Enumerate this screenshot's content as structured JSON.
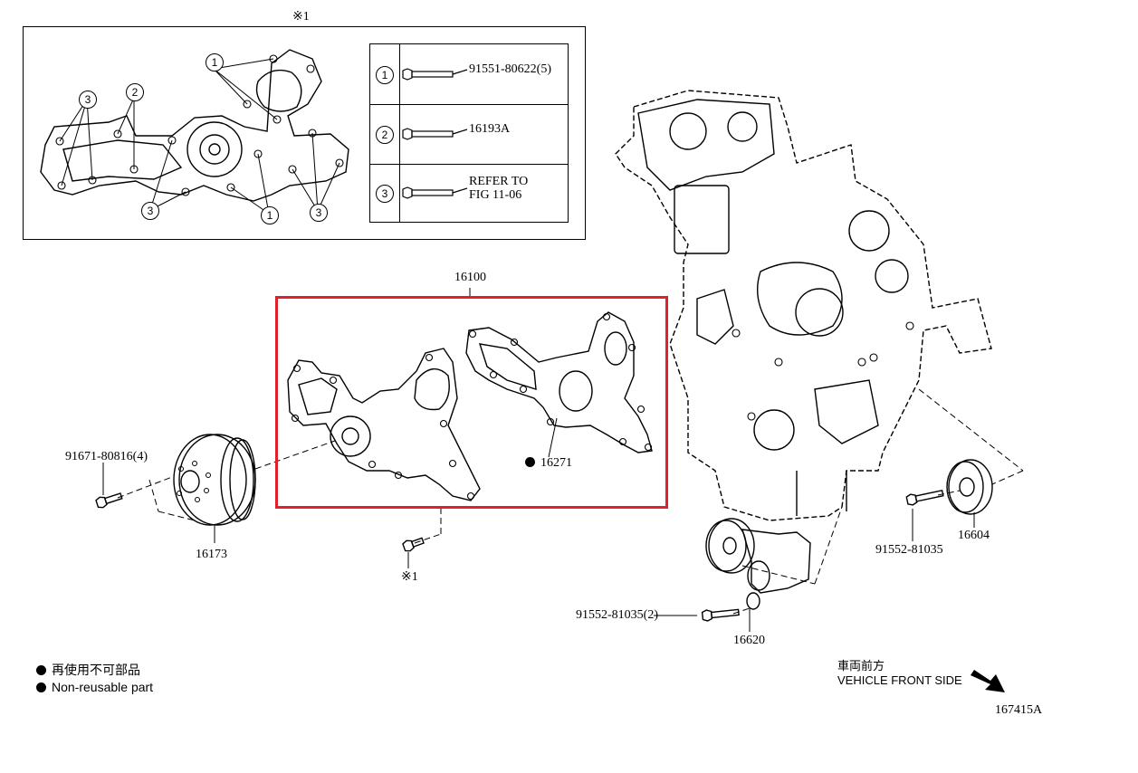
{
  "inset": {
    "note_mark": "※1",
    "callouts": {
      "one": "1",
      "two": "2",
      "three": "3"
    },
    "table": [
      {
        "num": "1",
        "part": "91551-80622(5)"
      },
      {
        "num": "2",
        "part": "16193A"
      },
      {
        "num": "3",
        "part_line1": "REFER TO",
        "part_line2": "FIG 11-06"
      }
    ]
  },
  "parts": {
    "water_pump_assy": "16100",
    "gasket": "16271",
    "pulley_bolt": "91671-80816(4)",
    "pulley": "16173",
    "note_ref": "※1",
    "idler_bolt": "91552-81035",
    "idler_pulley": "16604",
    "tensioner_bolt": "91552-81035(2)",
    "tensioner": "16620"
  },
  "legend": {
    "jp": "再使用不可部品",
    "en": "Non-reusable part"
  },
  "direction": {
    "jp": "車両前方",
    "en": "VEHICLE FRONT SIDE"
  },
  "figure_code": "167415A"
}
